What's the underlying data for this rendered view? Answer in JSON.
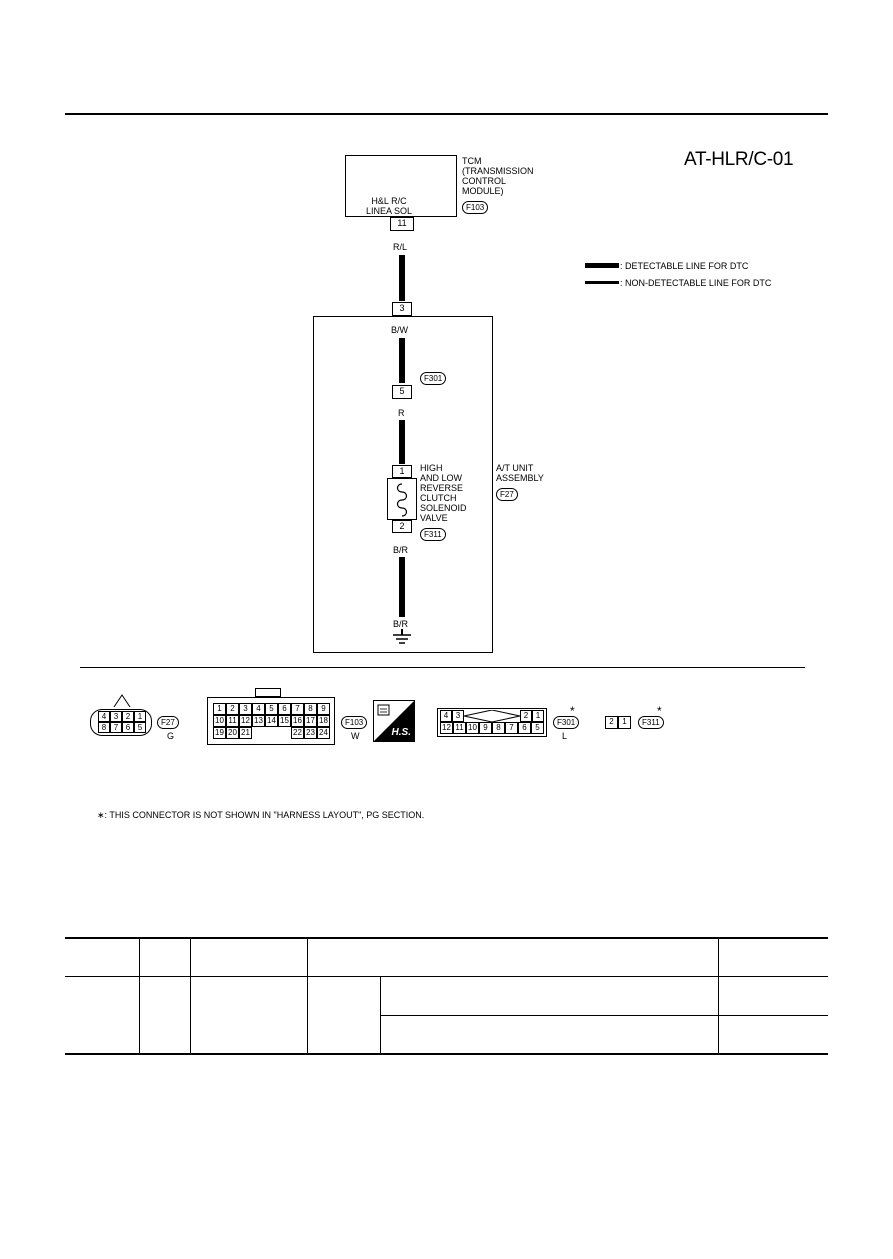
{
  "diagram_id": "AT-HLR/C-01",
  "tcm": {
    "name_lines": "TCM\n(TRANSMISSION\n CONTROL\n MODULE)",
    "terminal_label": "H&L R/C\nLINEA SOL",
    "connector": "F103",
    "pin": "11"
  },
  "legend": {
    "detectable": ": DETECTABLE LINE FOR DTC",
    "non_detectable": ": NON-DETECTABLE LINE FOR DTC"
  },
  "wires": {
    "w1": "R/L",
    "w2": "B/W",
    "w3": "R",
    "w4": "B/R",
    "w5": "B/R"
  },
  "at_unit": {
    "name_lines": "A/T UNIT\nASSEMBLY",
    "connector": "F27",
    "pin_top": "3",
    "sub_connector": "F301",
    "sub_pin": "5"
  },
  "solenoid": {
    "name_lines": "HIGH\nAND LOW\nREVERSE\nCLUTCH\nSOLENOID\nVALVE",
    "connector": "F311",
    "pin1": "1",
    "pin2": "2"
  },
  "connectors_row": {
    "f27": {
      "id": "F27",
      "color": "G",
      "top_pins": [
        "4",
        "3",
        "2",
        "1"
      ],
      "bottom_pins": [
        "8",
        "7",
        "6",
        "5"
      ]
    },
    "f103": {
      "id": "F103",
      "color": "W",
      "row1": [
        "1",
        "2",
        "3",
        "4",
        "5",
        "6",
        "7",
        "8",
        "9"
      ],
      "row2": [
        "10",
        "11",
        "12",
        "13",
        "14",
        "15",
        "16",
        "17",
        "18"
      ],
      "row3a": [
        "19",
        "20",
        "21"
      ],
      "row3b": [
        "22",
        "23",
        "24"
      ]
    },
    "hs_badge": "H.S.",
    "f301": {
      "id": "F301",
      "color": "L",
      "row1_left": [
        "4",
        "3"
      ],
      "row1_right": [
        "2",
        "1"
      ],
      "row2": [
        "12",
        "11",
        "10",
        "9",
        "8",
        "7",
        "6",
        "5"
      ]
    },
    "f311": {
      "id": "F311",
      "pins": [
        "2",
        "1"
      ]
    },
    "star": "*"
  },
  "footnote": "∗: THIS CONNECTOR IS NOT SHOWN IN \"HARNESS LAYOUT\", PG SECTION."
}
